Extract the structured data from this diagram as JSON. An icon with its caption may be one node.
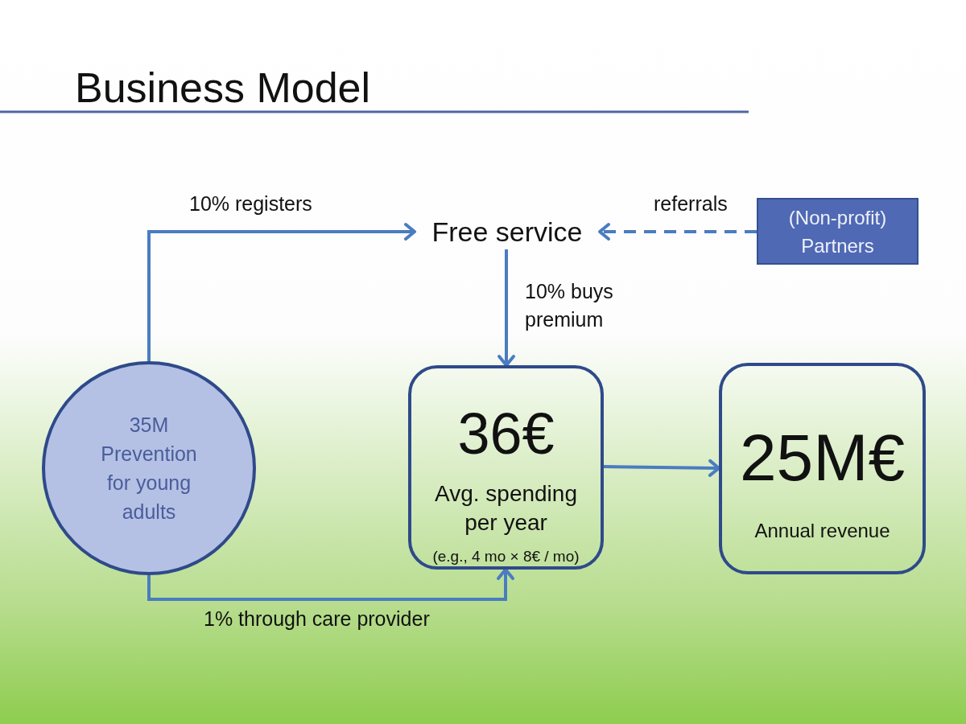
{
  "diagram": {
    "title": "Business Model",
    "nodes": [
      {
        "text": [
          "Free service"
        ]
      },
      {
        "text": [
          "(Non-profit) Partners"
        ]
      },
      {
        "text": [
          "35M",
          "Prevention for young adults"
        ]
      },
      {
        "text": [
          "36€",
          "Avg. spending per year",
          "(e.g., 4 mo × 8€ / mo)"
        ]
      },
      {
        "text": [
          "25M€",
          "Annual revenue"
        ]
      }
    ],
    "edges": [
      {
        "from": 2,
        "to": 0,
        "arrow": "to",
        "label": "10% registers"
      },
      {
        "from": 1,
        "to": 0,
        "arrow": "to",
        "label": "referrals",
        "style": "dashed"
      },
      {
        "from": 0,
        "to": 3,
        "arrow": "to",
        "label": "10% buys premium"
      },
      {
        "from": 2,
        "to": 3,
        "arrow": "to",
        "label": "1% through care provider"
      },
      {
        "from": 3,
        "to": 4,
        "arrow": "to"
      }
    ]
  }
}
